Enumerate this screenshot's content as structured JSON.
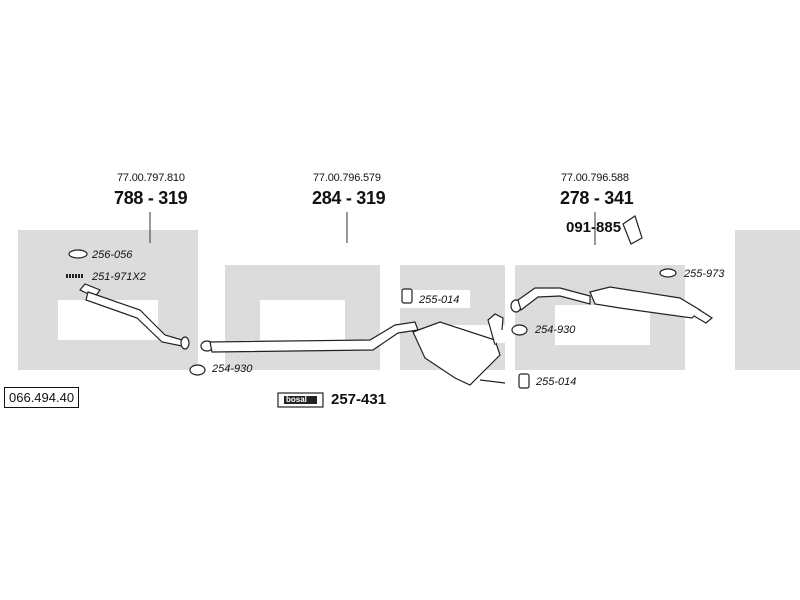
{
  "reference_number": "066.494.40",
  "brand_watermark": "bosal",
  "groups": [
    {
      "oem": "77.00.797.810",
      "part": "788 - 319"
    },
    {
      "oem": "77.00.796.579",
      "part": "284 - 319"
    },
    {
      "oem": "77.00.796.588",
      "part": "278 - 341"
    }
  ],
  "hanger_part": "091-885",
  "accessories": {
    "gasket_front": "256-056",
    "spring_front": "251-971X2",
    "clamp_front": "254-930",
    "rubber_mount_mid": "255-014",
    "clamp_mid": "254-930",
    "rubber_mount_rear_lower": "255-014",
    "rubber_ring_rear": "255-973"
  },
  "mounting_kit": {
    "logo": "bosal",
    "part": "257-431"
  },
  "colors": {
    "watermark": "#dcdcdc",
    "line": "#222222",
    "fill": "#ffffff"
  }
}
